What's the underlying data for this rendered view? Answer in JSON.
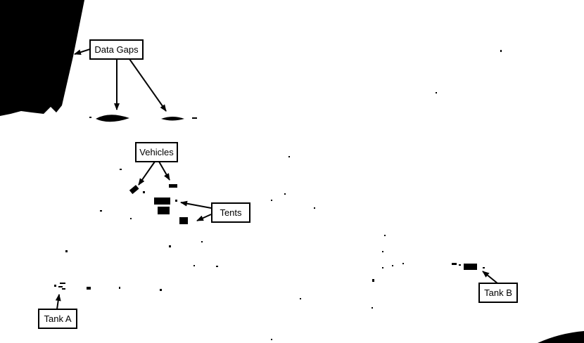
{
  "labels": {
    "data_gaps": "Data Gaps",
    "vehicles": "Vehicles",
    "tents": "Tents",
    "tank_a": "Tank A",
    "tank_b": "Tank B"
  },
  "colors": {
    "foreground": "#000000",
    "background": "#ffffff"
  }
}
